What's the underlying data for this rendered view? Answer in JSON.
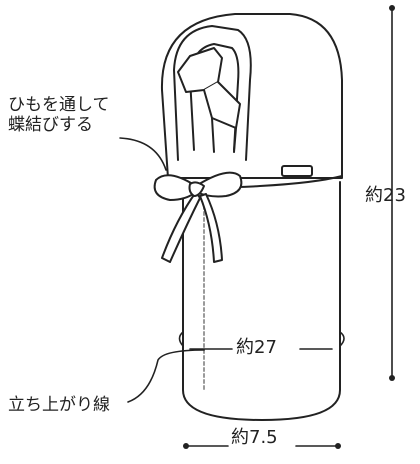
{
  "labels": {
    "tie_line1": "ひもを通して",
    "tie_line2": "蝶結びする",
    "height": "約23",
    "circumference": "約27",
    "rise_line": "立ち上がり線",
    "width": "約7.5"
  },
  "colors": {
    "stroke": "#222222",
    "fill": "#ffffff",
    "dashed_line": "#9a9a9a"
  }
}
